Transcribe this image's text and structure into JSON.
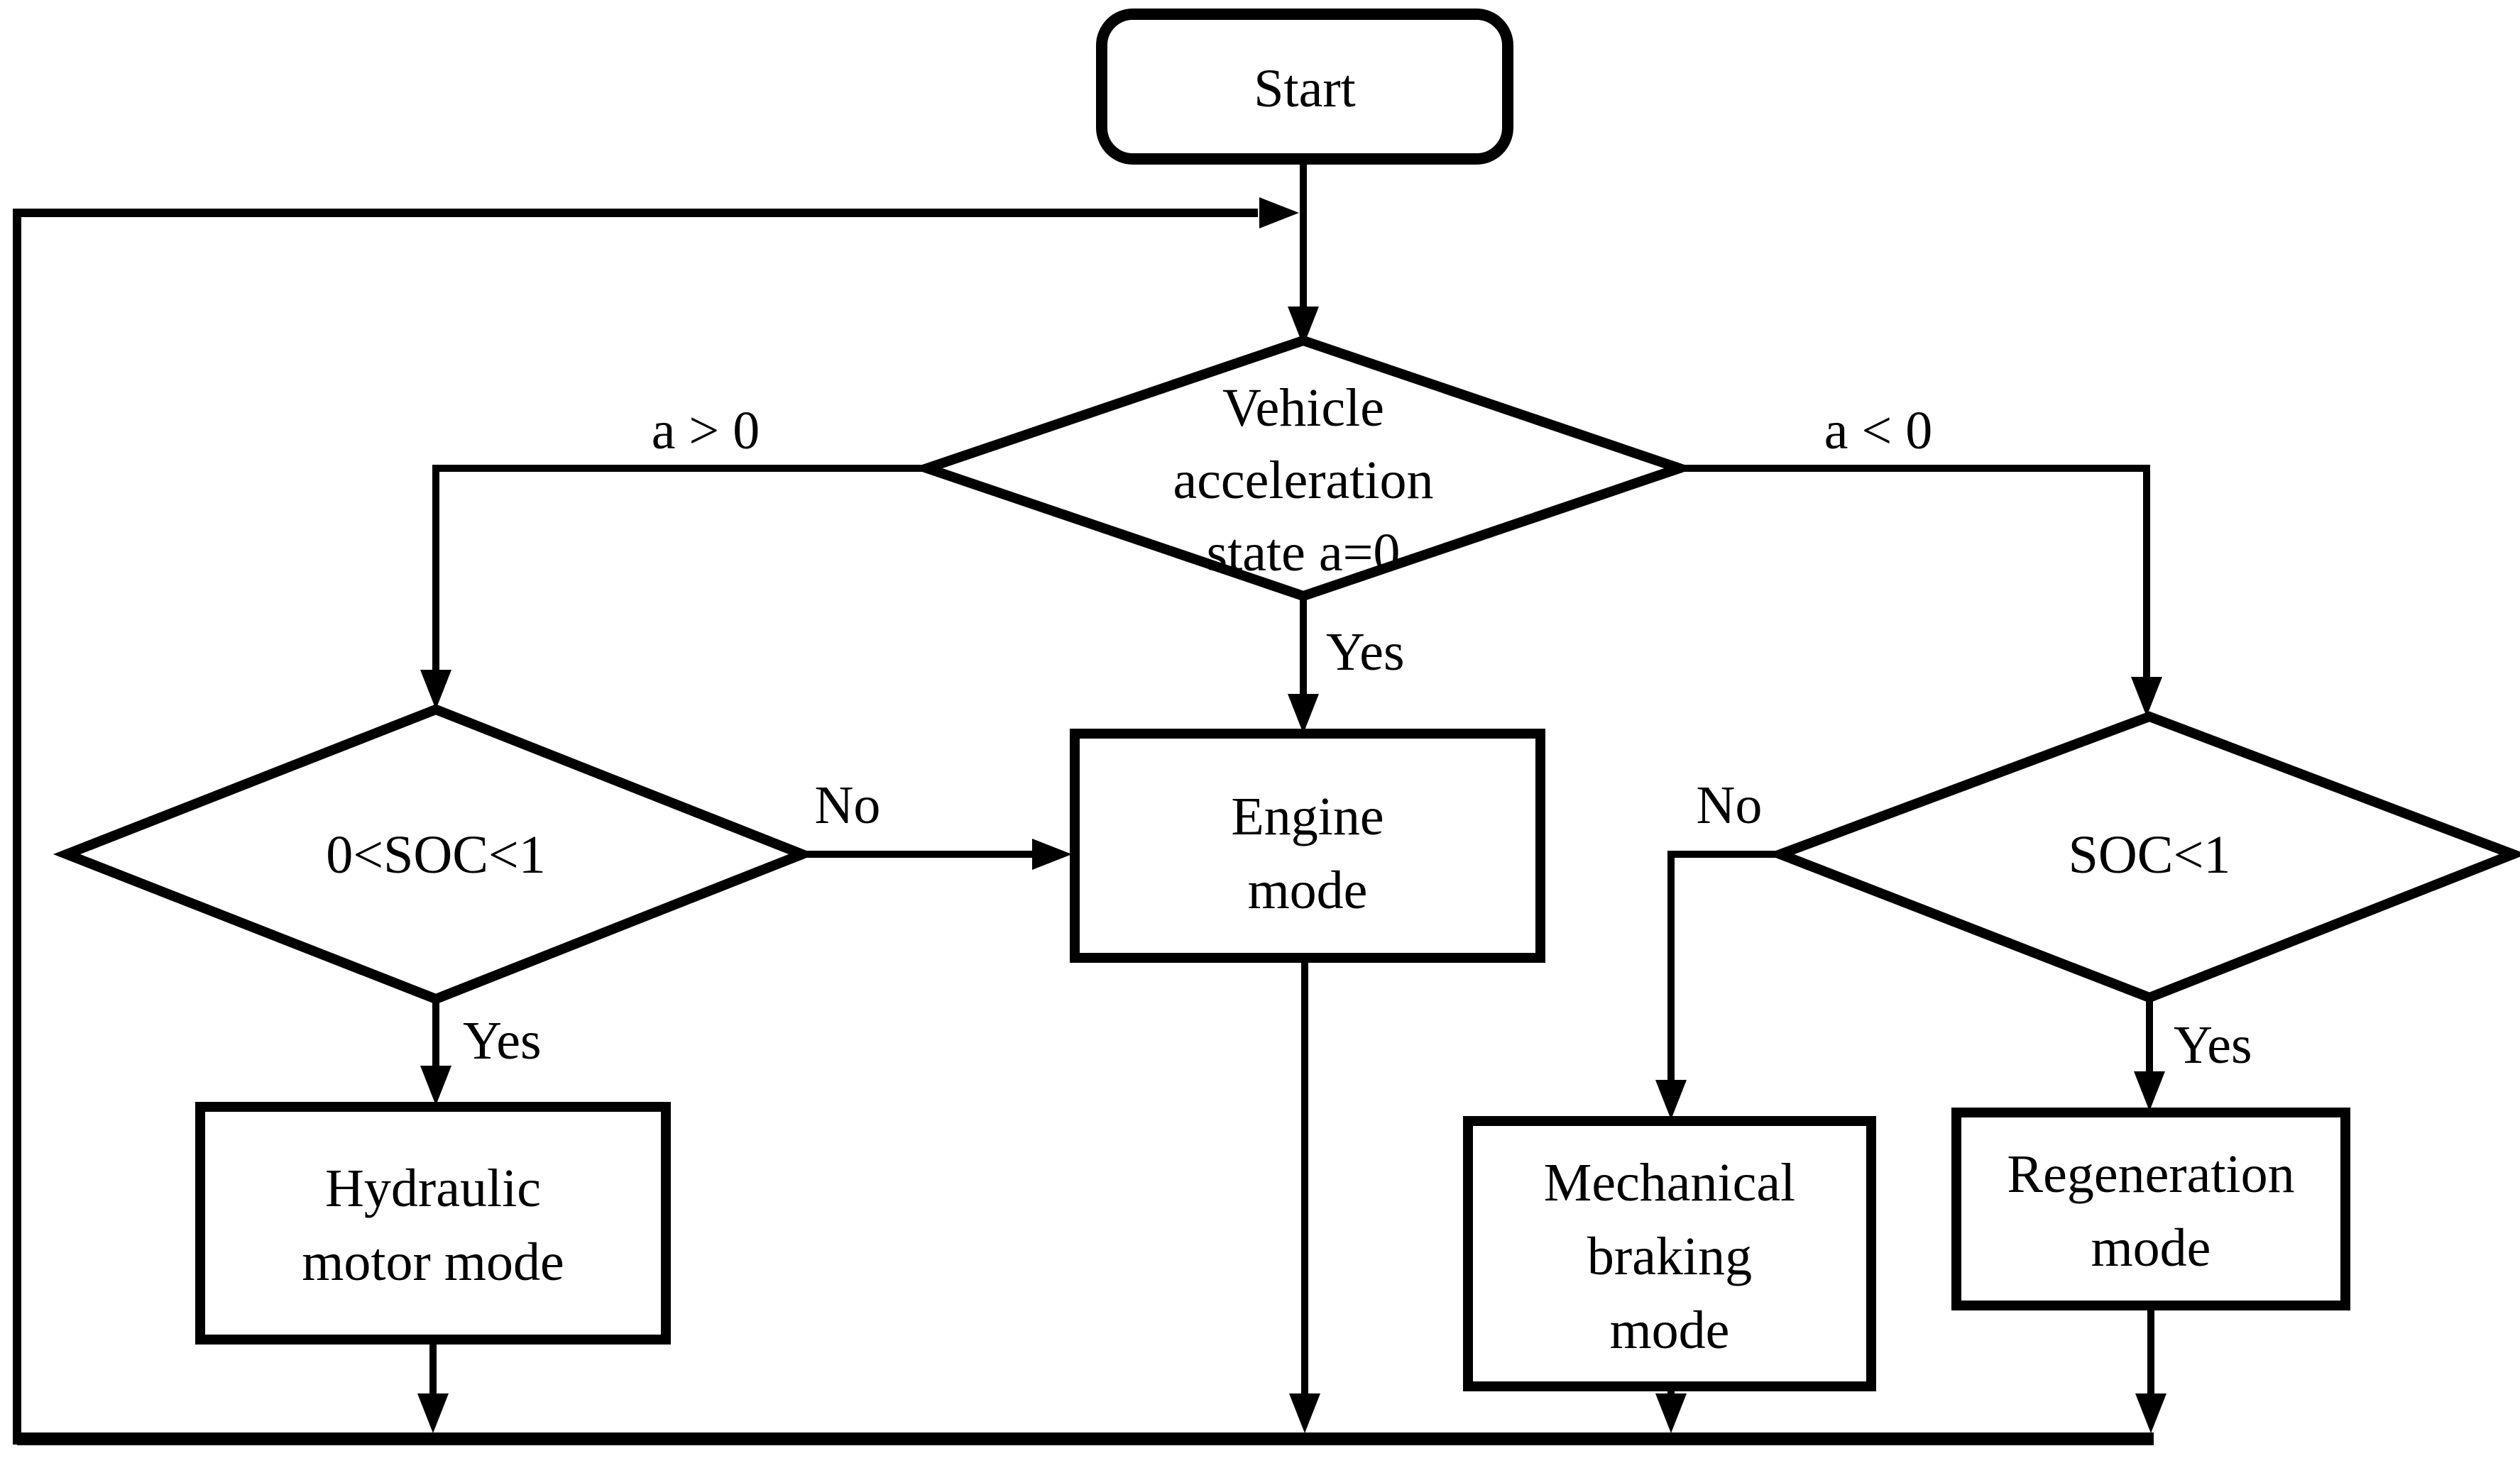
{
  "figure": {
    "type": "flowchart",
    "background": "#ffffff",
    "ink": "#000000"
  },
  "nodes": {
    "start": {
      "type": "terminator",
      "label": "Start"
    },
    "acceleration_decision": {
      "type": "decision",
      "lines": [
        "Vehicle",
        "acceleration",
        "state a=0"
      ]
    },
    "soc_range_decision": {
      "type": "decision",
      "label": "0<SOC<1"
    },
    "soc_limit_decision": {
      "type": "decision",
      "label": "SOC<1"
    },
    "engine_mode": {
      "type": "process",
      "lines": [
        "Engine",
        "mode"
      ]
    },
    "hydraulic_motor_mode": {
      "type": "process",
      "lines": [
        "Hydraulic",
        "motor mode"
      ]
    },
    "mechanical_braking_mode": {
      "type": "process",
      "lines": [
        "Mechanical",
        "braking",
        "mode"
      ]
    },
    "regeneration_mode": {
      "type": "process",
      "lines": [
        "Regeneration",
        "mode"
      ]
    }
  },
  "edge_labels": {
    "a_positive": "a > 0",
    "a_negative": "a < 0",
    "acceleration_yes": "Yes",
    "soc_range_no": "No",
    "soc_range_yes": "Yes",
    "soc_limit_no": "No",
    "soc_limit_yes": "Yes"
  }
}
